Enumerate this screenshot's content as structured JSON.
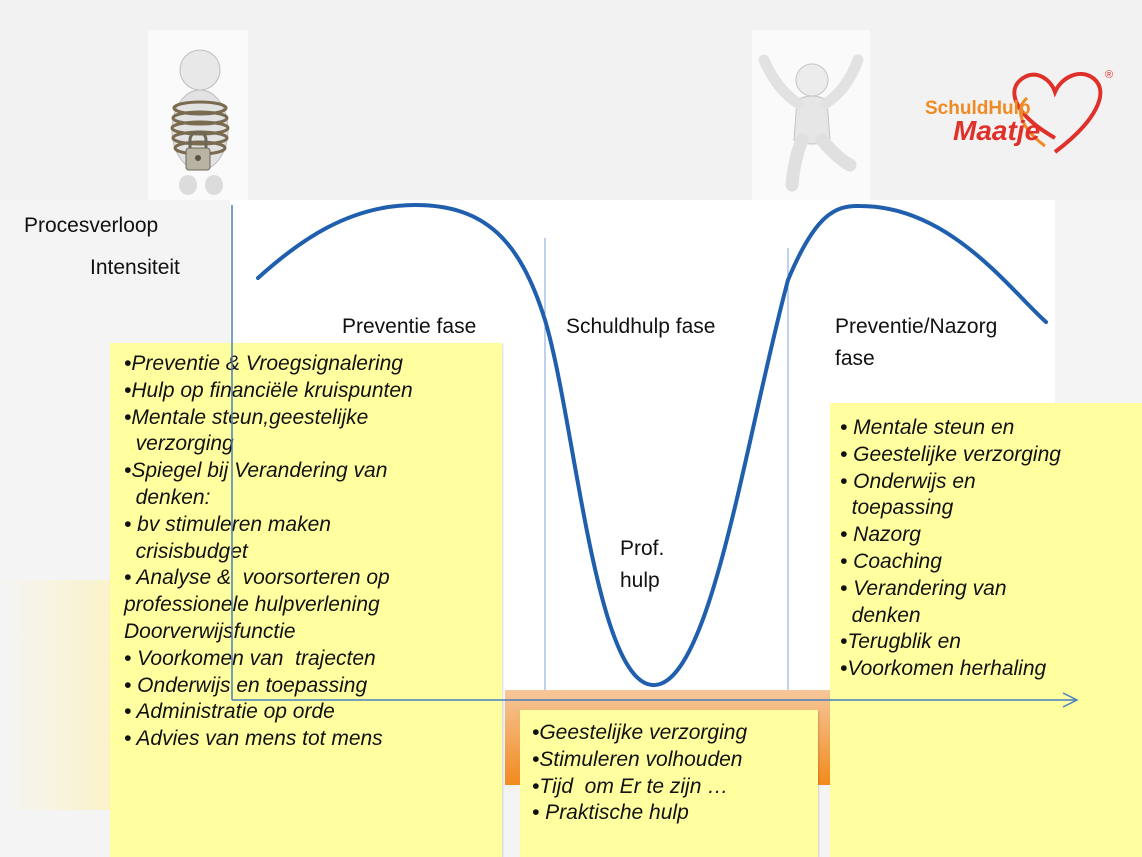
{
  "logo": {
    "text_line1": "SchuldHulp",
    "text_line2": "Maatje",
    "mark": "®"
  },
  "axis": {
    "title": "Procesverloop",
    "y_label": "Intensiteit"
  },
  "phases": [
    {
      "label": "Preventie fase"
    },
    {
      "label": "Schuldhulp fase"
    },
    {
      "label": "Preventie/Nazorg",
      "label2": "fase"
    }
  ],
  "trough_label": {
    "line1": "Prof.",
    "line2": "hulp"
  },
  "left_box": {
    "items": [
      "•Preventie & Vroegsignalering",
      "•Hulp op financiële kruispunten",
      "•Mentale steun,geestelijke",
      "  verzorging",
      "•Spiegel bij Verandering van",
      "  denken:",
      "• bv stimuleren maken",
      "  crisisbudget",
      "• Analyse &  voorsorteren op",
      "professionele hulpverlening",
      "Doorverwijsfunctie",
      "• Voorkomen van  trajecten",
      "• Onderwijs en toepassing",
      "• Administratie op orde",
      "• Advies van mens tot mens"
    ]
  },
  "middle_box": {
    "items": [
      "•Geestelijke verzorging",
      "•Stimuleren volhouden",
      "•Tijd  om Er te zijn …",
      "• Praktische hulp"
    ]
  },
  "right_box": {
    "items": [
      "• Mentale steun en",
      "• Geestelijke verzorging",
      "• Onderwijs en",
      "  toepassing",
      "• Nazorg",
      "• Coaching",
      "• Verandering van",
      "  denken",
      "•Terugblik en",
      "•Voorkomen herhaling"
    ]
  },
  "colors": {
    "curve": "#1f5fad",
    "axis": "#4a7fc0",
    "divider": "#7fa6d4",
    "box": "#ffffa0",
    "orange": "#f28a1e",
    "logo_red": "#e0302a",
    "logo_orange": "#f08a24"
  }
}
